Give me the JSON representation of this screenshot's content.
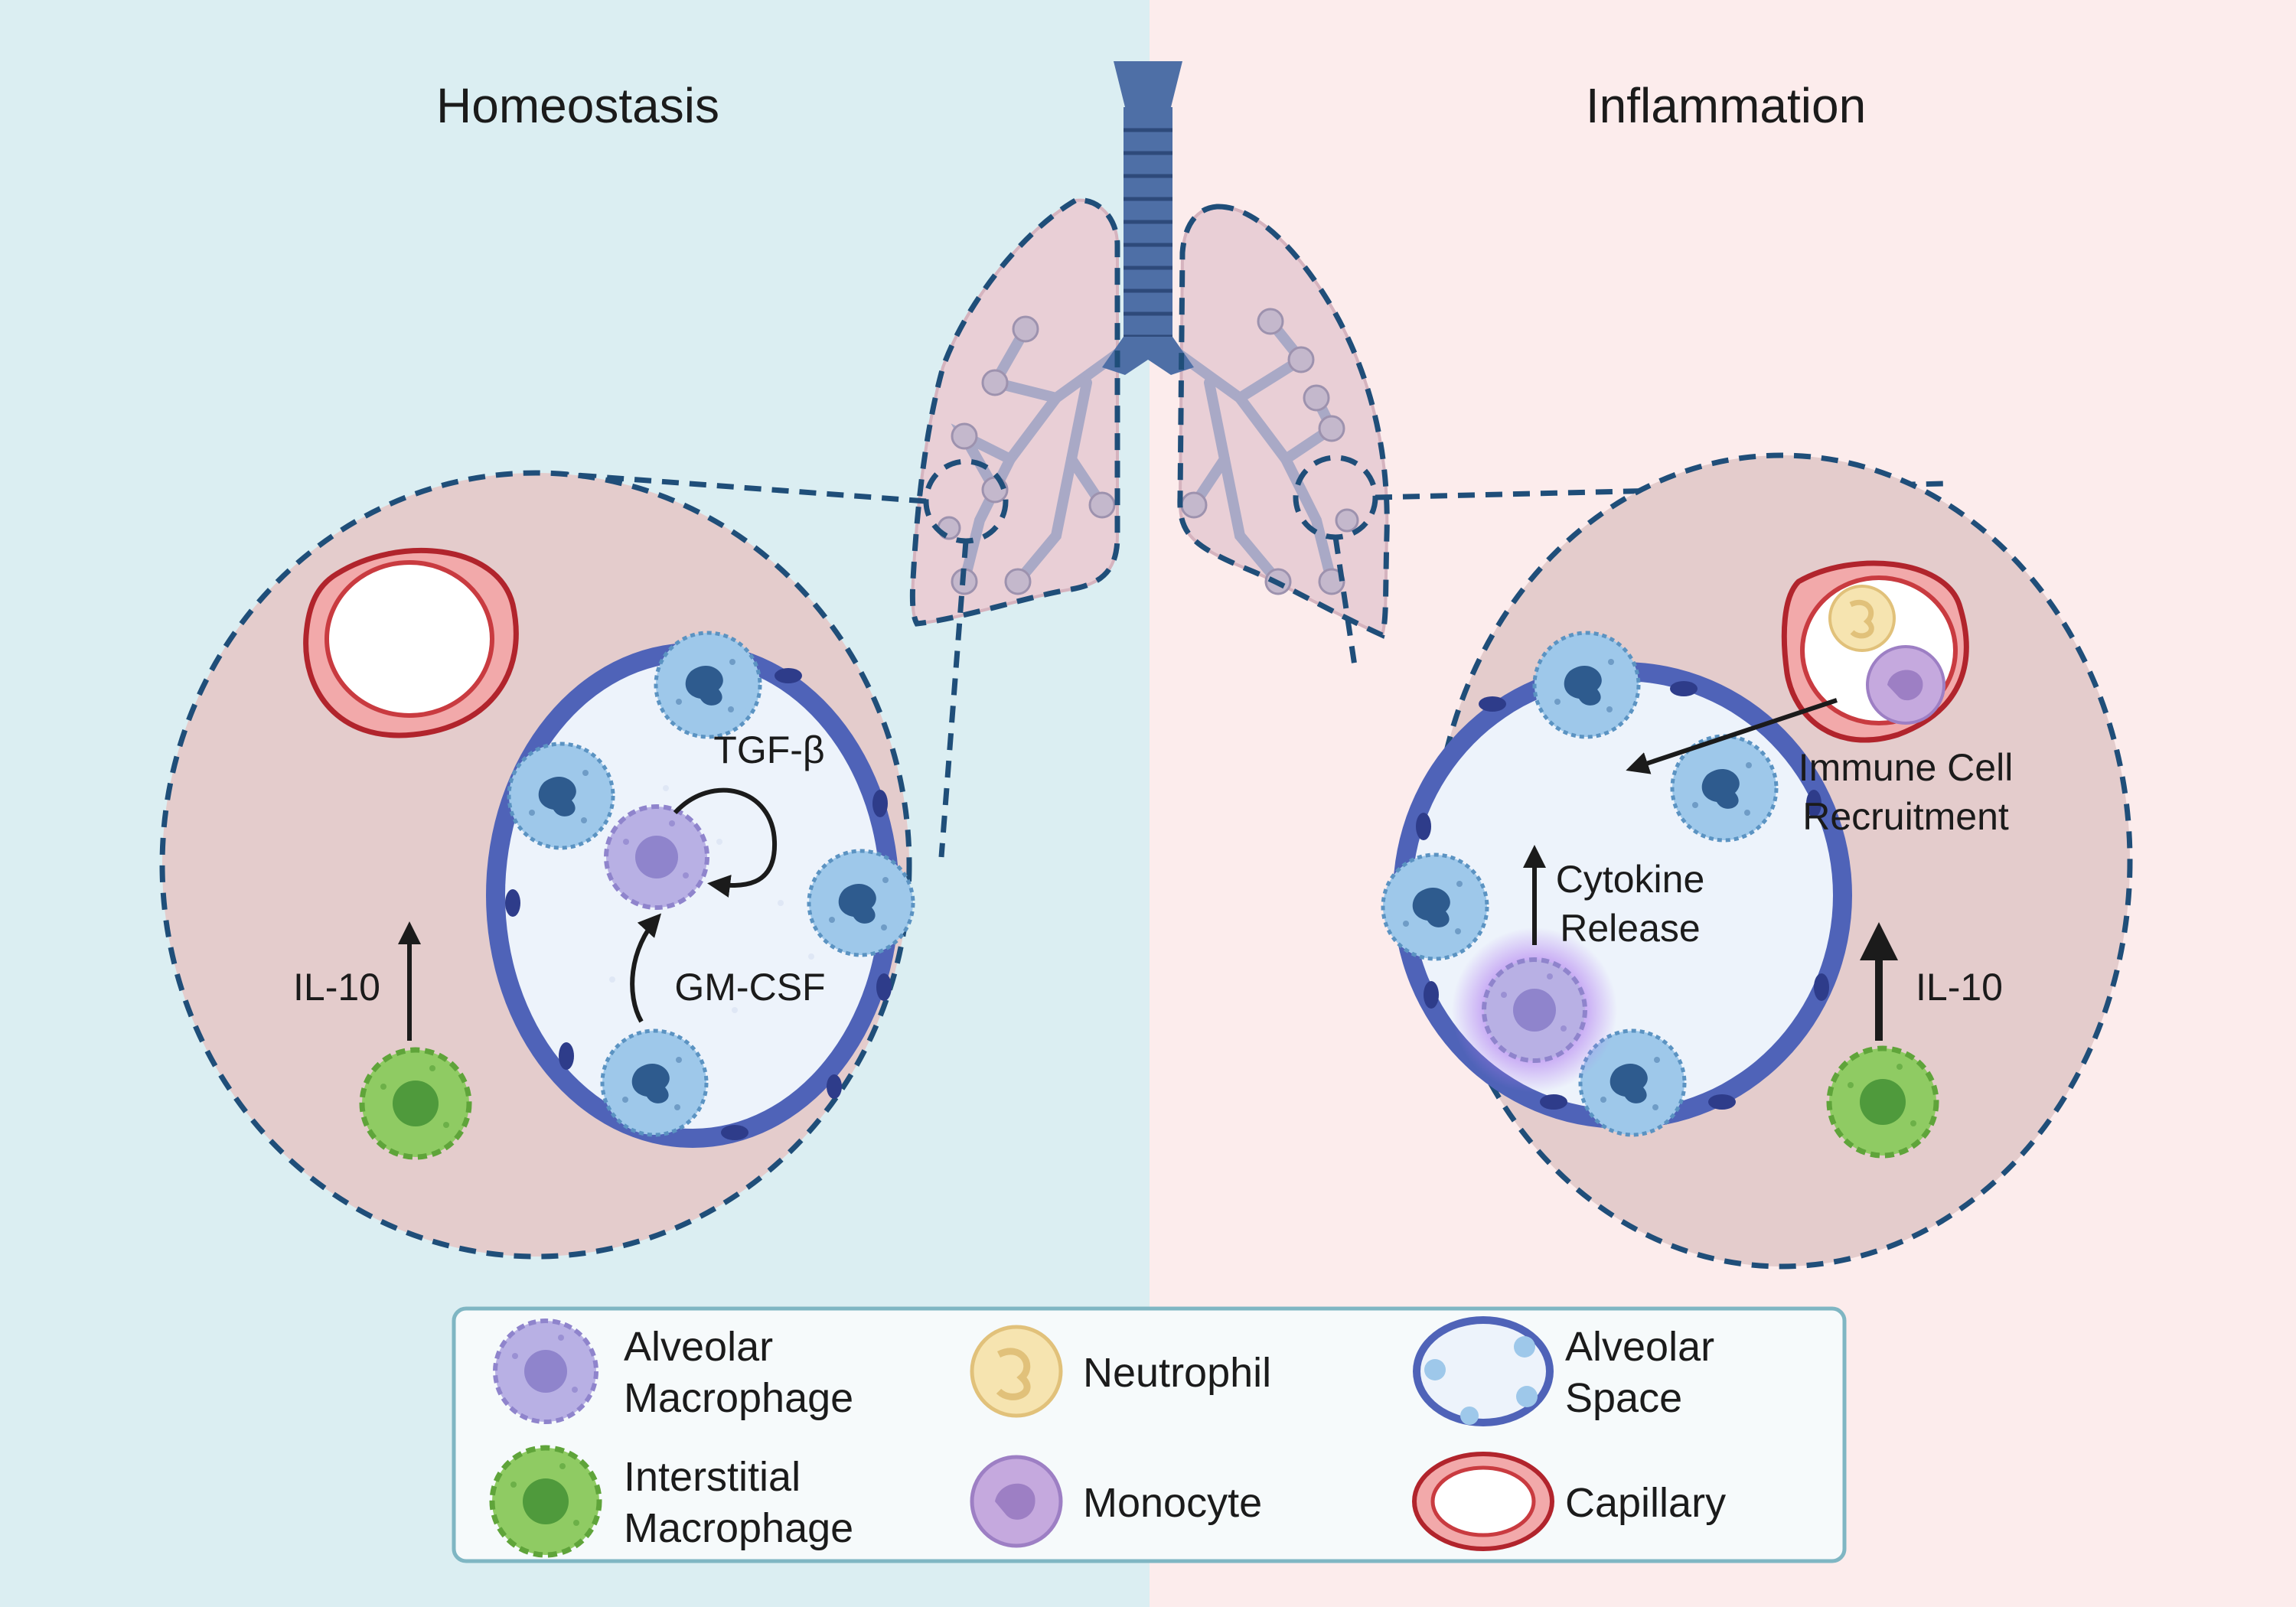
{
  "panels": {
    "left_title": "Homeostasis",
    "right_title": "Inflammation"
  },
  "labels": {
    "tgf_beta": "TGF-β",
    "gm_csf": "GM-CSF",
    "il10_left": "IL-10",
    "il10_right": "IL-10",
    "cytokine_line1": "Cytokine",
    "cytokine_line2": "Release",
    "recruit_line1": "Immune Cell",
    "recruit_line2": "Recruitment"
  },
  "legend": {
    "alveolar_macrophage": [
      "Alveolar",
      "Macrophage"
    ],
    "interstitial_macrophage": [
      "Interstitial",
      "Macrophage"
    ],
    "neutrophil": "Neutrophil",
    "monocyte": "Monocyte",
    "alveolar_space": [
      "Alveolar",
      "Space"
    ],
    "capillary": "Capillary"
  },
  "colors": {
    "homeostasis_bg": "#dbeef2",
    "inflammation_bg": "#fcecec",
    "zoom_circle": "#e4cccc",
    "dashed_outline": "#1f4e79",
    "alveolar_macrophage": "#b3acdf",
    "interstitial_macrophage": "#8fcb63",
    "neutrophil": "#f6e4b0",
    "monocyte": "#c5a9de",
    "alveolar_wall": "#4f63b8",
    "capillary": "#d6454a",
    "trachea": "#4e6fa6",
    "lung": "#e9cfd6"
  },
  "icons": [
    "lungs-icon",
    "trachea-icon",
    "alveolar-macrophage-icon",
    "interstitial-macrophage-icon",
    "neutrophil-icon",
    "monocyte-icon",
    "alveolar-space-icon",
    "capillary-icon"
  ]
}
